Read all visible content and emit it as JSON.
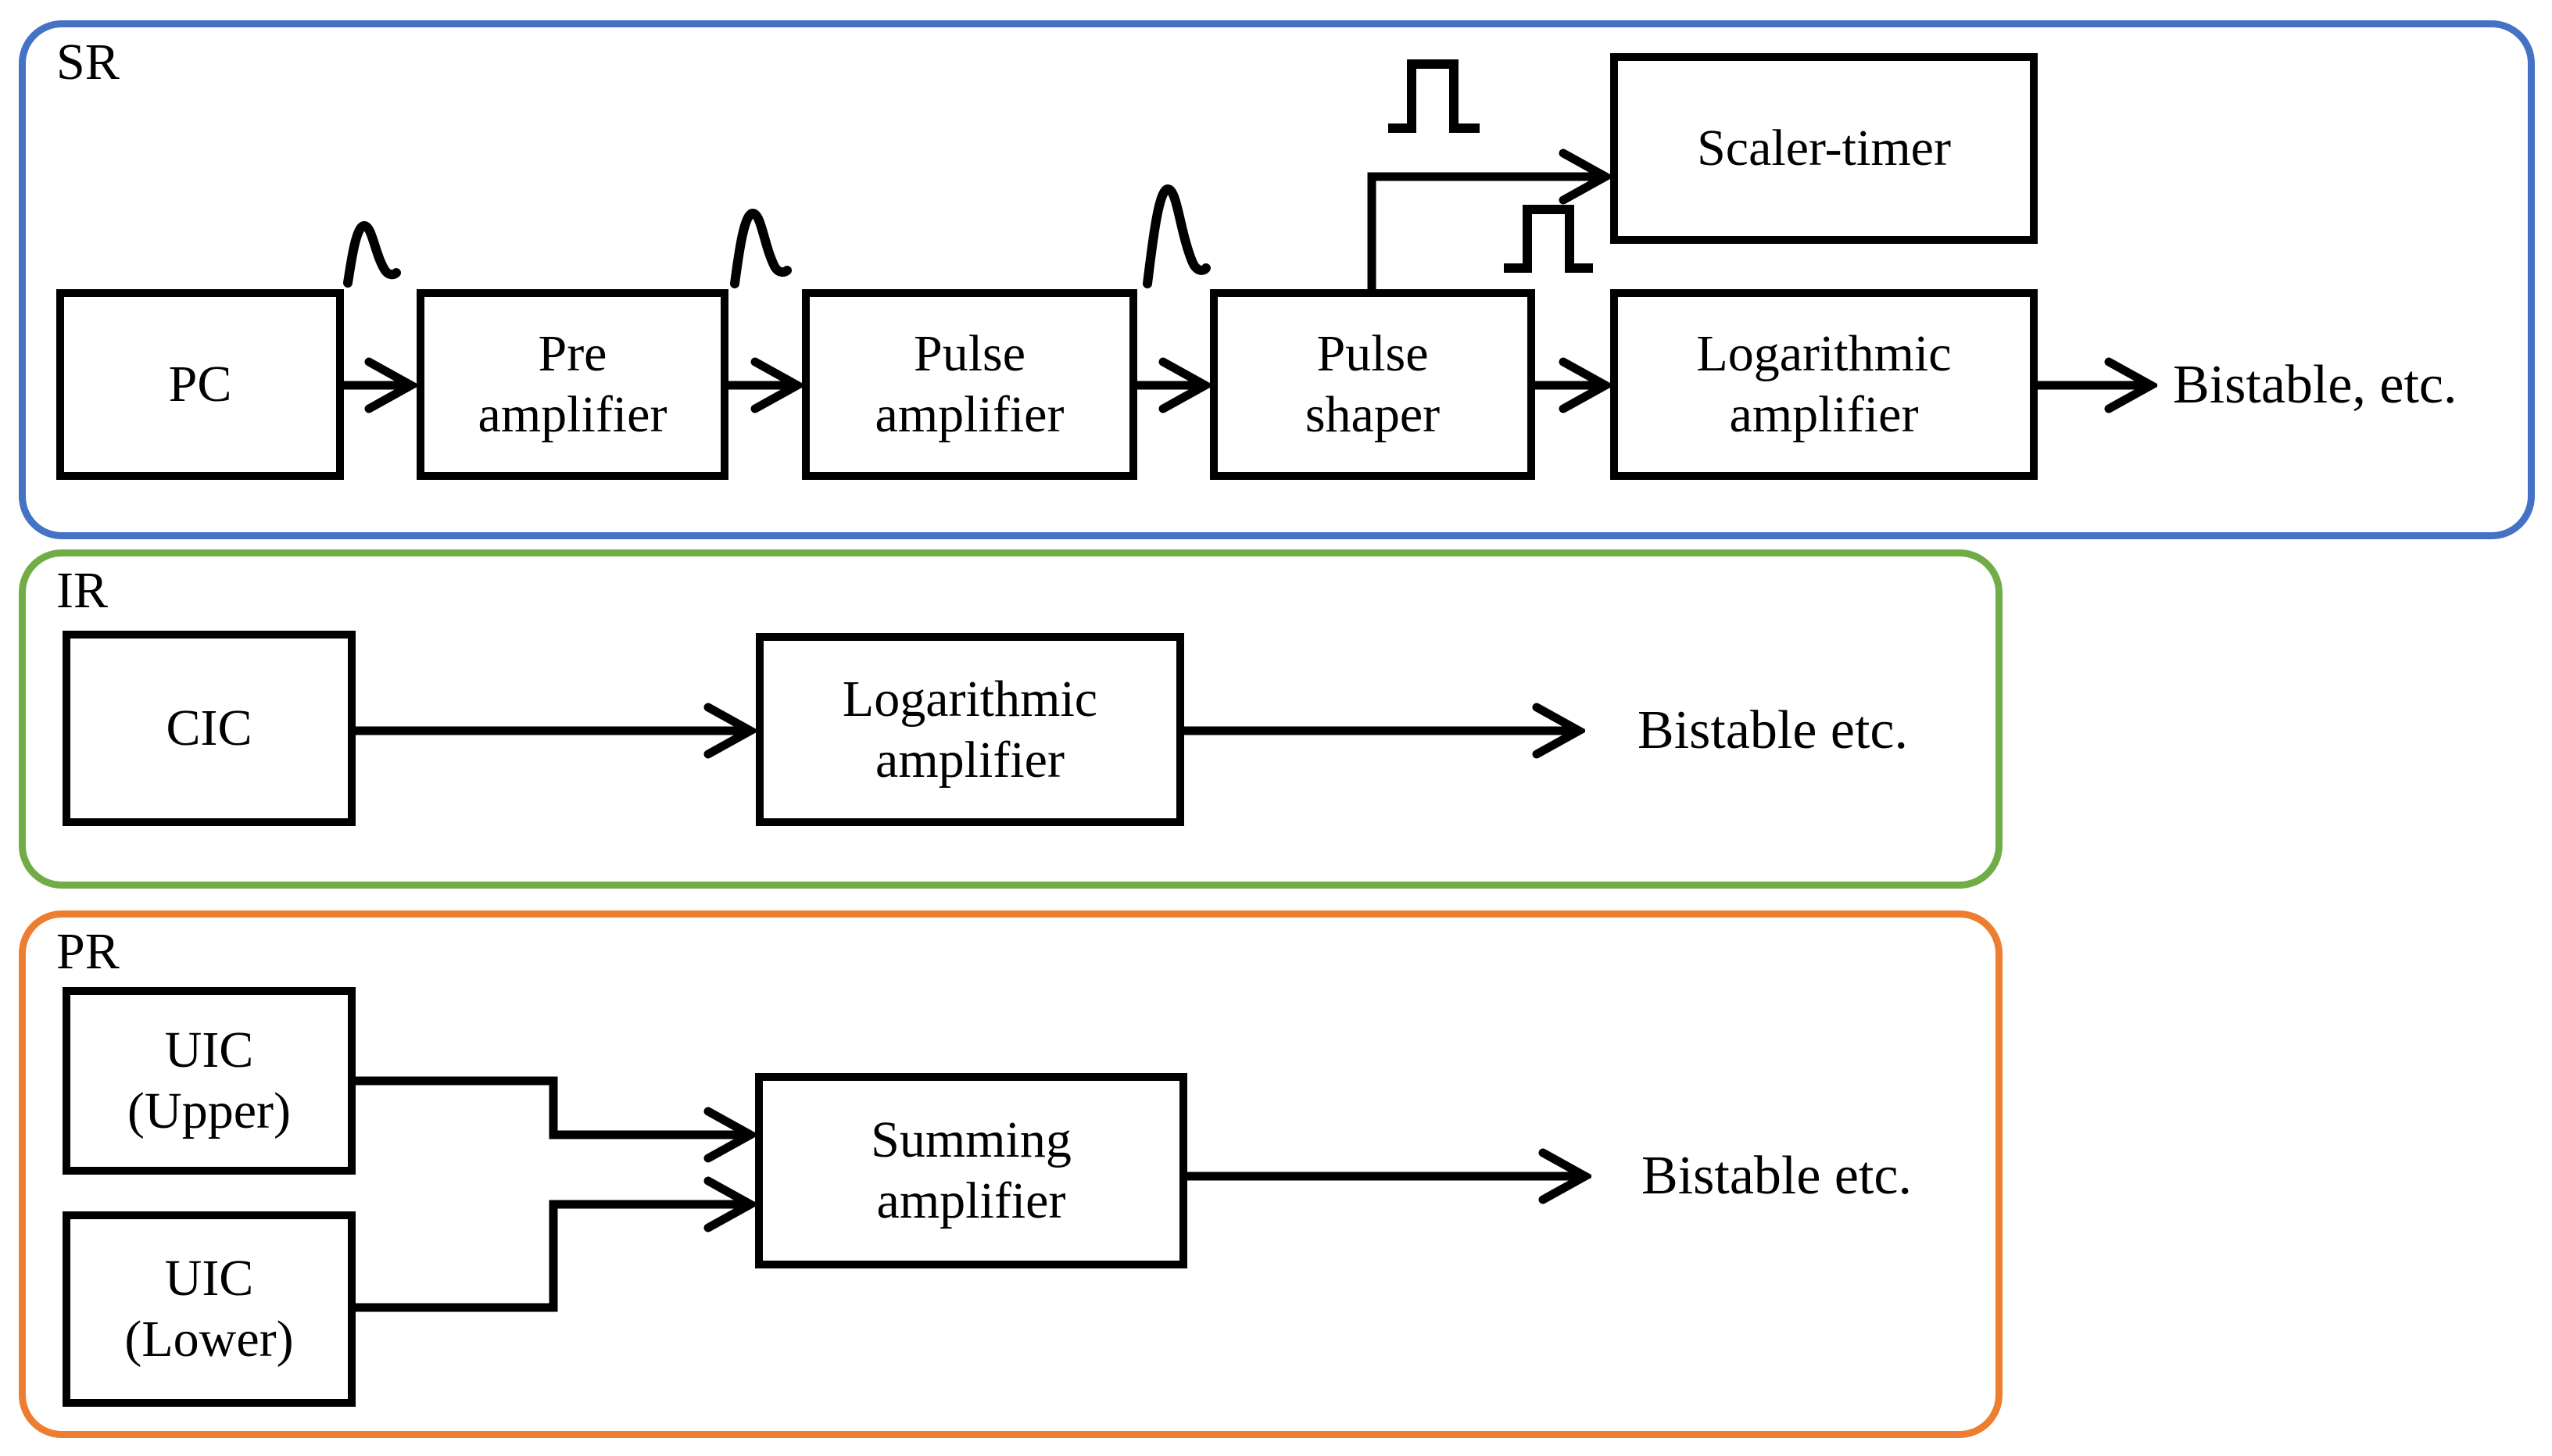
{
  "figure": {
    "stroke_color": "#000000",
    "background_color": "#ffffff",
    "icons": {
      "analog_pulse": "bell-shaped analog pulse waveform",
      "logic_pulse": "rectangular logic pulse waveform",
      "arrowhead": "open chevron arrowhead"
    },
    "sections": {
      "sr": {
        "label": "SR",
        "border_color": "#4472C4",
        "boxes": {
          "pc": {
            "lines": [
              "PC"
            ]
          },
          "pre_amplifier": {
            "lines": [
              "Pre",
              "amplifier"
            ]
          },
          "pulse_amplifier": {
            "lines": [
              "Pulse",
              "amplifier"
            ]
          },
          "pulse_shaper": {
            "lines": [
              "Pulse",
              "shaper"
            ]
          },
          "scaler_timer": {
            "lines": [
              "Scaler-timer"
            ]
          },
          "log_amplifier": {
            "lines": [
              "Logarithmic",
              "amplifier"
            ]
          }
        },
        "output_label": "Bistable, etc."
      },
      "ir": {
        "label": "IR",
        "border_color": "#70AD47",
        "boxes": {
          "cic": {
            "lines": [
              "CIC"
            ]
          },
          "log_amplifier": {
            "lines": [
              "Logarithmic",
              "amplifier"
            ]
          }
        },
        "output_label": "Bistable etc."
      },
      "pr": {
        "label": "PR",
        "border_color": "#ED7D31",
        "boxes": {
          "uic_upper": {
            "lines": [
              "UIC",
              "(Upper)"
            ]
          },
          "uic_lower": {
            "lines": [
              "UIC",
              "(Lower)"
            ]
          },
          "summing_amplifier": {
            "lines": [
              "Summing",
              "amplifier"
            ]
          }
        },
        "output_label": "Bistable etc."
      }
    }
  }
}
